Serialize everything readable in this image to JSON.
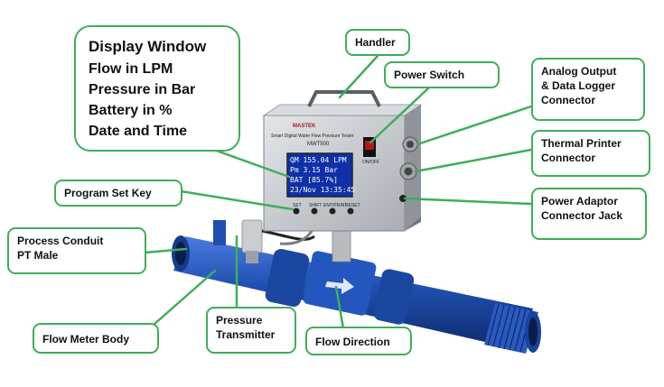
{
  "callouts": {
    "display_window": [
      "Display Window",
      "Flow in  LPM",
      "Pressure in Bar",
      "Battery in %",
      "Date and Time"
    ],
    "handler": "Handler",
    "power_switch": "Power Switch",
    "analog_output": [
      "Analog Output",
      "& Data Logger",
      "Connector"
    ],
    "thermal_printer": [
      "Thermal Printer",
      "Connector"
    ],
    "power_adaptor": [
      "Power Adaptor",
      "Connector Jack"
    ],
    "program_set_key": "Program Set Key",
    "process_conduit": [
      "Process Conduit",
      "PT Male"
    ],
    "pressure_transmitter": [
      "Pressure",
      "Transmitter"
    ],
    "flow_meter_body": "Flow Meter Body",
    "flow_direction": "Flow Direction"
  },
  "device": {
    "brand": "MASTEK",
    "subtitle": "Smart Digital Water Flow Pressure Tester",
    "model": "MWT500",
    "screen": {
      "row1": "QM   155.04 LPM",
      "row2": "Pm      3.15 Bar",
      "row3": "BAT      [85.7%]",
      "row4": "23/Nov  13:35:45"
    },
    "button_labels": [
      "SET",
      "SHIFT",
      "ENT/PRINT",
      "RESET"
    ],
    "switch_label": "ON/OFF"
  },
  "colors": {
    "callout_border": "#3fae5a",
    "pipe_blue": "#1f4fae",
    "box_steel": "#c9ced3",
    "screen_blue": "#1030a8"
  }
}
